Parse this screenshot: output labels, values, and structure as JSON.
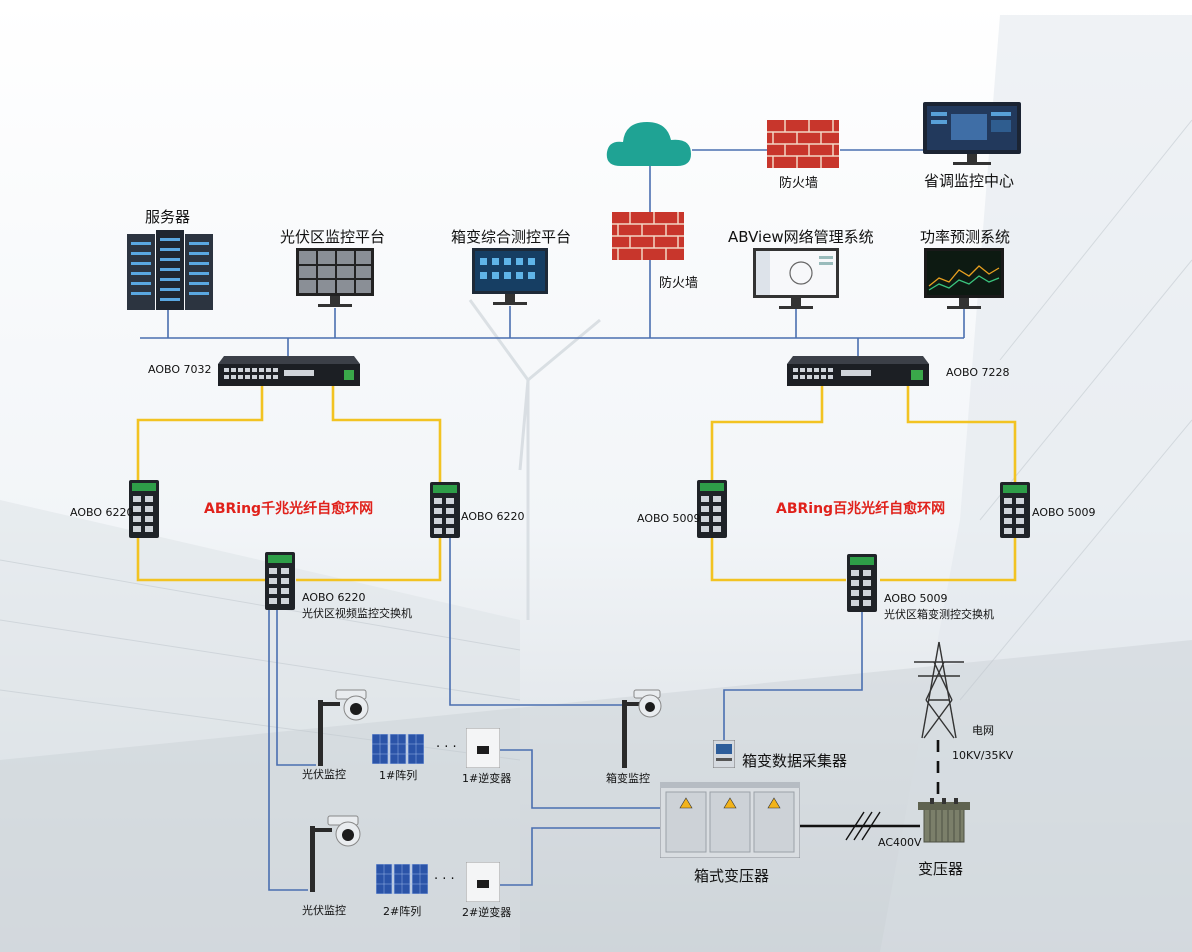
{
  "top": {
    "firewall_top_label": "防火墙",
    "dispatch_center_label": "省调监控中心",
    "firewall_mid_label": "防火墙"
  },
  "platforms": {
    "server_label": "服务器",
    "pv_monitor_platform_label": "光伏区监控平台",
    "box_monitor_platform_label": "箱变综合测控平台",
    "abview_label": "ABView网络管理系统",
    "power_forecast_label": "功率预测系统"
  },
  "core_switches": {
    "left_model": "AOBO 7032",
    "right_model": "AOBO 7228"
  },
  "rings": {
    "gigabit_title": "ABRing千兆光纤自愈环网",
    "fast_title": "ABRing百兆光纤自愈环网",
    "left_ring_left_switch": "AOBO 6220",
    "left_ring_right_switch": "AOBO 6220",
    "left_ring_bottom_switch": "AOBO 6220",
    "left_ring_bottom_desc": "光伏区视频监控交换机",
    "right_ring_left_switch": "AOBO 5009",
    "right_ring_right_switch": "AOBO 5009",
    "right_ring_bottom_switch": "AOBO 5009",
    "right_ring_bottom_desc": "光伏区箱变测控交换机"
  },
  "field": {
    "pv_camera_1_label": "光伏监控",
    "array_1_label": "1#阵列",
    "inverter_1_label": "1#逆变器",
    "pv_camera_2_label": "光伏监控",
    "array_2_label": "2#阵列",
    "inverter_2_label": "2#逆变器",
    "box_camera_label": "箱变监控",
    "collector_label": "箱变数据采集器",
    "box_transformer_label": "箱式变压器",
    "grid_label": "电网",
    "grid_voltage_label": "10KV/35KV",
    "ac_label": "AC400V",
    "transformer_label": "变压器",
    "ellipsis_1": "· · ·",
    "ellipsis_2": "· · ·"
  },
  "colors": {
    "fiber": "#f2c322",
    "ethernet": "#4a6fb0",
    "ring_title": "#e0211b",
    "cloud": "#1fa394",
    "brick": "#c8362c"
  }
}
